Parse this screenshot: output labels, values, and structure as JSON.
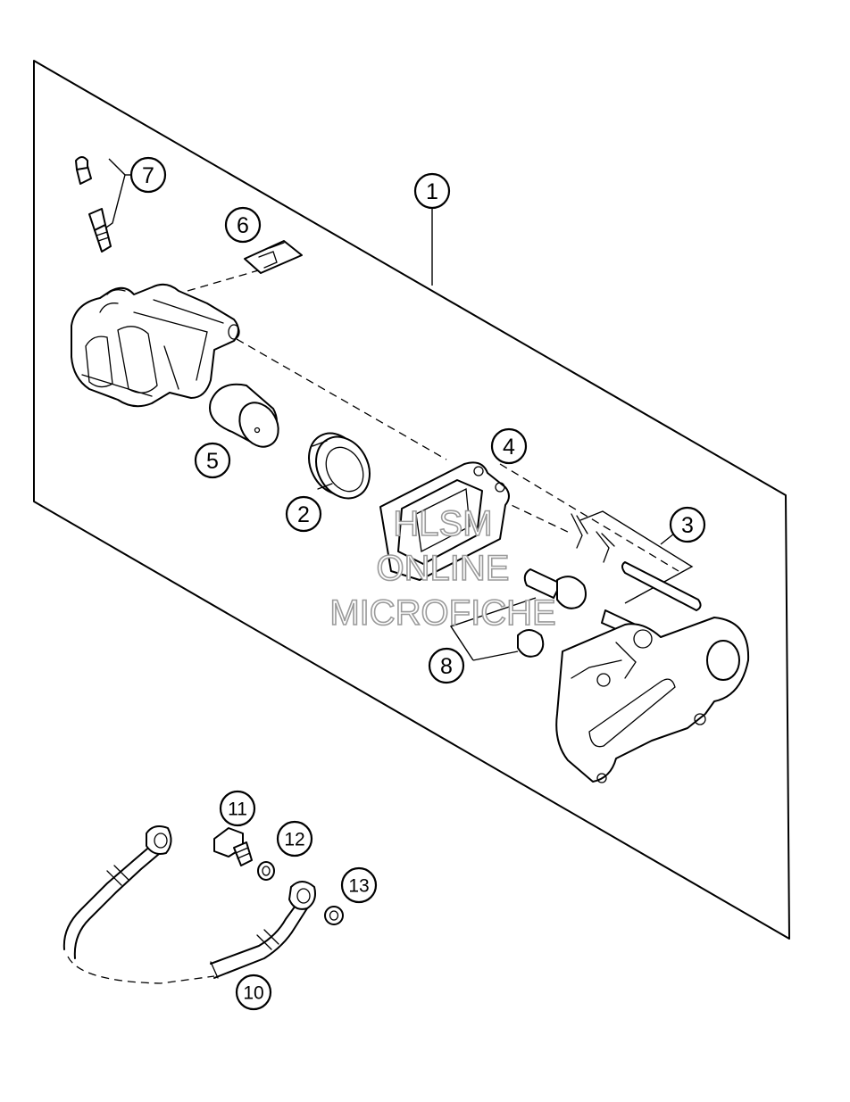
{
  "callouts": {
    "c1": "1",
    "c2": "2",
    "c3": "3",
    "c4": "4",
    "c5": "5",
    "c6": "6",
    "c7": "7",
    "c8": "8",
    "c10": "10",
    "c11": "11",
    "c12": "12",
    "c13": "13"
  },
  "watermark": {
    "line1": "HLSM",
    "line2": "ONLINE",
    "line3": "MICROFICHE"
  }
}
